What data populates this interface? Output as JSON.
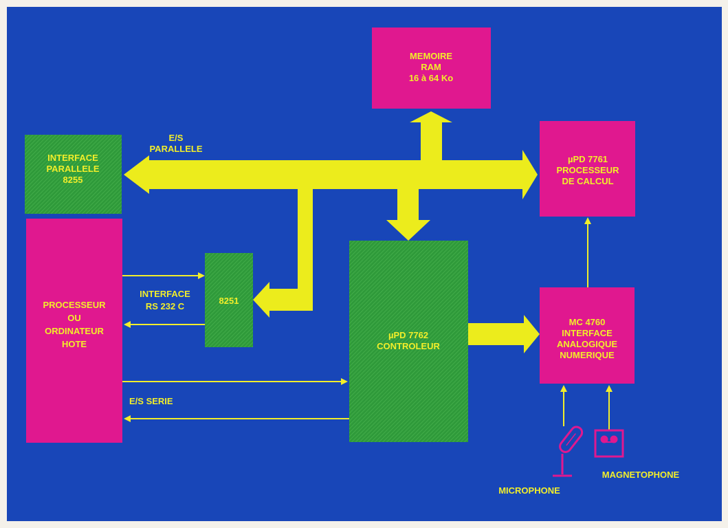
{
  "colors": {
    "background": "#1846b8",
    "magenta_block": "#e0188f",
    "green_block": "#2f9a3a",
    "bus_yellow": "#ecec1c",
    "text_yellow": "#f2ee2a",
    "label_white": "#ffffff",
    "frame": "#f4f1ea"
  },
  "blocks": {
    "ram": {
      "lines": [
        "MEMOIRE",
        "RAM",
        "16 à 64 Ko"
      ]
    },
    "parallel_interface": {
      "lines": [
        "INTERFACE",
        "PARALLELE",
        "8255"
      ]
    },
    "calc_processor": {
      "lines": [
        "µPD 7761",
        "PROCESSEUR",
        "DE CALCUL"
      ]
    },
    "host": {
      "lines": [
        "PROCESSEUR",
        "OU",
        "ORDINATEUR",
        "HOTE"
      ]
    },
    "uart": {
      "lines": [
        "8251"
      ]
    },
    "controller": {
      "lines": [
        "µPD 7762",
        "CONTROLEUR"
      ]
    },
    "analog_interface": {
      "lines": [
        "MC 4760",
        "INTERFACE",
        "ANALOGIQUE",
        "NUMERIQUE"
      ]
    }
  },
  "labels": {
    "parallel_io": [
      "E/S",
      "PARALLELE"
    ],
    "rs232": [
      "INTERFACE",
      "RS 232 C"
    ],
    "serial_io": "E/S SERIE",
    "microphone": "MICROPHONE",
    "tape_recorder": "MAGNETOPHONE"
  },
  "icons": {
    "microphone": "microphone-icon",
    "tape_recorder": "tape-recorder-icon"
  }
}
